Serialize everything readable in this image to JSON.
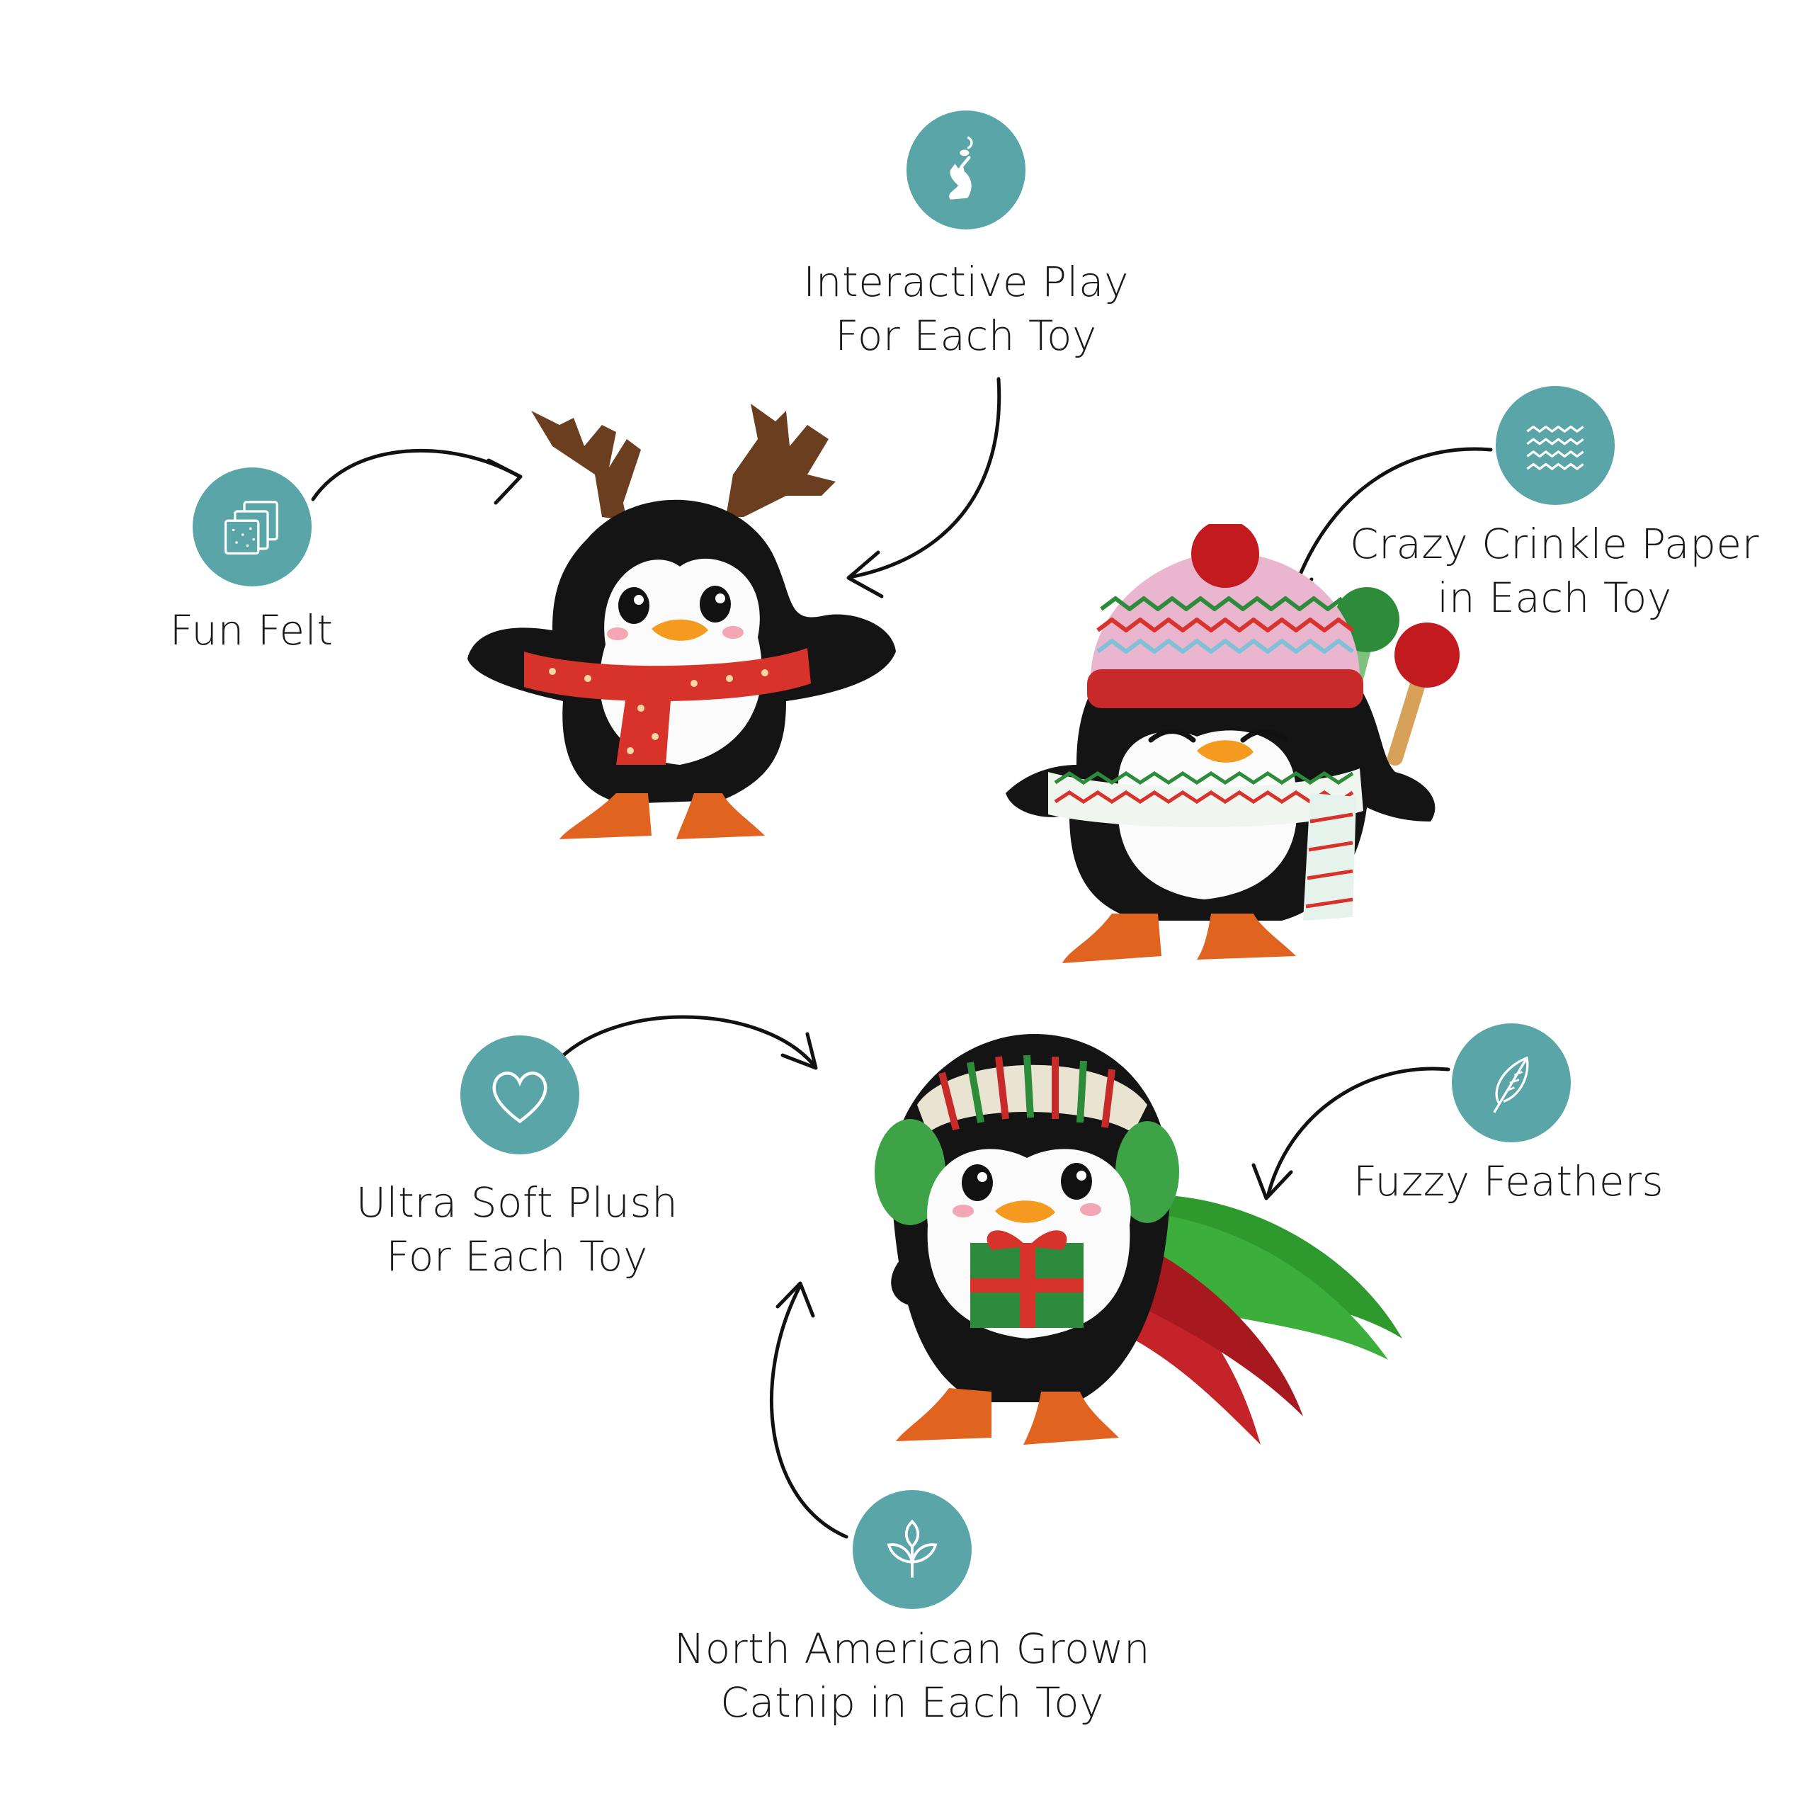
{
  "colors": {
    "badge": "#5aa5a8",
    "icon": "#ffffff",
    "arrow": "#111111",
    "plush_black": "#141414",
    "belly_white": "#fbfbfb",
    "feet_orange": "#e0631f",
    "beak_orange": "#f39a1f",
    "scarf_red": "#d8332a",
    "antler_brown": "#6b3e1f",
    "pom_red": "#c21a1f",
    "pom_green": "#2d8c3a",
    "gift_green": "#2c8b3c",
    "feather_green": "#2e9a2e",
    "feather_red": "#c5232a"
  },
  "features": {
    "interactive_play": {
      "icon": "cat-playing-icon",
      "line1": "Interactive Play",
      "line2": "For Each Toy"
    },
    "fun_felt": {
      "icon": "felt-sheets-icon",
      "line1": "Fun Felt"
    },
    "crinkle_paper": {
      "icon": "wavy-lines-icon",
      "line1": "Crazy Crinkle Paper",
      "line2": "in Each Toy"
    },
    "soft_plush": {
      "icon": "heart-icon",
      "line1": "Ultra Soft Plush",
      "line2": "For Each Toy"
    },
    "fuzzy_feathers": {
      "icon": "feather-icon",
      "line1": "Fuzzy Feathers"
    },
    "catnip": {
      "icon": "leaf-sprout-icon",
      "line1": "North American Grown",
      "line2": "Catnip in Each Toy"
    }
  },
  "toys": [
    {
      "name": "reindeer-penguin",
      "accessory": "antlers-and-red-scarf"
    },
    {
      "name": "beanie-penguin",
      "accessory": "striped-beanie-and-pom-wand"
    },
    {
      "name": "earmuff-penguin",
      "accessory": "gift-box-and-feather-tail"
    }
  ]
}
